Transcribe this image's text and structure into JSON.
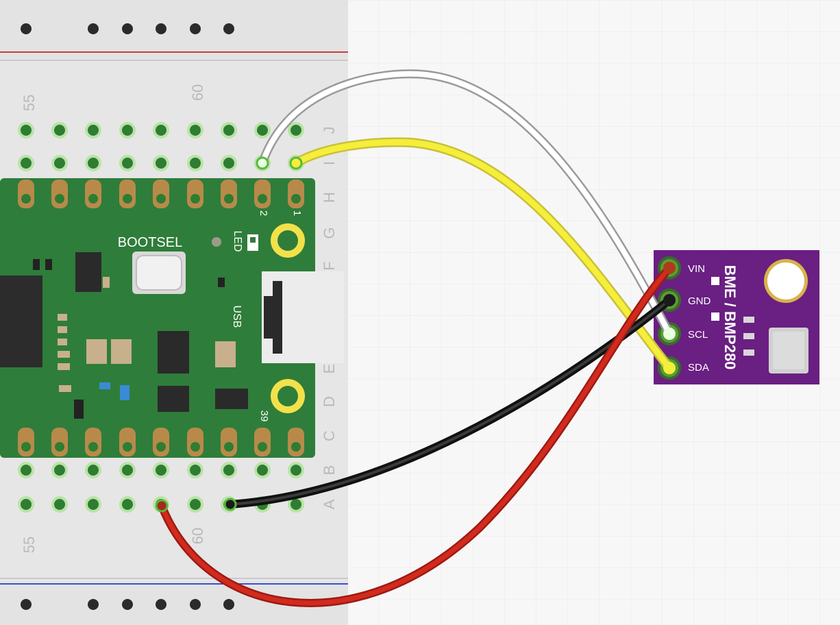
{
  "breadboard": {
    "column_number_top_left": "55",
    "column_number_top_right": "60",
    "column_number_bottom_left": "55",
    "column_number_bottom_right": "60",
    "row_labels": [
      "J",
      "I",
      "H",
      "G",
      "F",
      "E",
      "D",
      "C",
      "B",
      "A"
    ],
    "colors": {
      "board": "#e2e2e2",
      "hole": "#2b2b2b",
      "active_hole": "#59b83c",
      "red_rail": "#d33a3a",
      "blue_rail": "#3b4fd6"
    }
  },
  "pico": {
    "bootsel_label": "BOOTSEL",
    "led_label": "LED",
    "usb_label": "USB",
    "pin_label_top_1": "1",
    "pin_label_top_2": "2",
    "pin_label_bottom": "39",
    "colors": {
      "pcb": "#2f7d3a",
      "pad": "#b88a4a",
      "mount_ring": "#f2e14a"
    }
  },
  "sensor": {
    "title": "BME / BMP280",
    "pins": [
      "VIN",
      "GND",
      "SCL",
      "SDA"
    ],
    "colors": {
      "pcb": "#6a1f82",
      "pad": "#5a9c3a",
      "ring": "#d9b34a"
    }
  },
  "wires": [
    {
      "name": "white-wire",
      "from": "Pico pin 2",
      "to": "SCL",
      "color": "#ffffff"
    },
    {
      "name": "yellow-wire",
      "from": "Pico pin 1",
      "to": "SDA",
      "color": "#f5ee3a"
    },
    {
      "name": "black-wire",
      "from": "Pico pin 38",
      "to": "GND",
      "color": "#1b1b1b"
    },
    {
      "name": "red-wire",
      "from": "Pico pin 36",
      "to": "VIN",
      "color": "#d22a1e"
    }
  ]
}
